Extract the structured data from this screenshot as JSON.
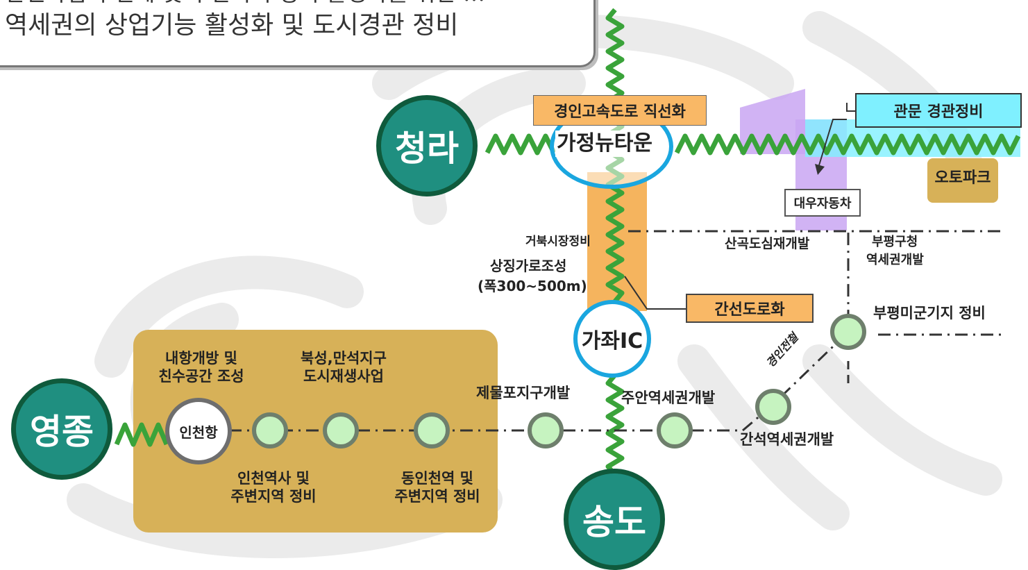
{
  "title": {
    "line1": "관련사업의 연계 및 주변지역 정비 활성화를 위한 …",
    "line2": "역세권의 상업기능 활성화 및 도시경관 정비"
  },
  "nodes": {
    "cheongna": "청라",
    "yeongjong": "영종",
    "songdo": "송도",
    "gajwa_ic": "가좌IC",
    "gajeong": "가정뉴타운",
    "incheon_port": "인천항"
  },
  "boxes": {
    "expressway": "경인고속도로 직선화",
    "gateway": "관문 경관정비",
    "autopark": "오토파크",
    "daewoo": "대우자동차",
    "arterial": "간선도로화"
  },
  "labels": {
    "market": "거북시장정비",
    "boulevard1": "상징가로조성",
    "boulevard2": "(폭300~500m)",
    "sangok": "산곡도심재개발",
    "bupyeong_office1": "부평구청",
    "bupyeong_office2": "역세권개발",
    "army_base": "부평미군기지 정비",
    "rail": "경인전철",
    "juan": "주안역세권개발",
    "ganseok": "간석역세권개발",
    "jemulpo": "제물포지구개발",
    "port_open1": "내항개방 및",
    "port_open2": "친수공간 조성",
    "bukseong1": "북성,만석지구",
    "bukseong2": "도시재생사업",
    "incheon_stn1": "인천역사 및",
    "incheon_stn2": "주변지역 정비",
    "dongincheon1": "동인천역 및",
    "dongincheon2": "주변지역 정비"
  },
  "colors": {
    "teal": "#1f8f80",
    "dark_green": "#0f5a3c",
    "zigzag_green": "#3aa33a",
    "zone_gold": "#d7b158",
    "orange_strip": "#f5b45e",
    "label_orange": "#f9b866",
    "cyan": "#7ff0ff",
    "purple": "#c9a6f2",
    "ring_blue": "#1aa6df",
    "station_fill": "#c6f3c0"
  }
}
